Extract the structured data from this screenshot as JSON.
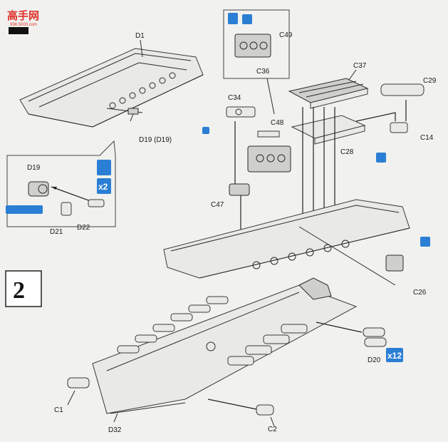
{
  "logo": {
    "text": "高手网",
    "subtext": "998.5000.com"
  },
  "step": {
    "number": "2"
  },
  "badges": {
    "multiplier_d21": "x2",
    "multiplier_d20": "x12"
  },
  "labels": {
    "D1": "D1",
    "D19_main": "D19 (D19)",
    "D19_detail": "D19",
    "D21": "D21",
    "D22": "D22",
    "C49": "C49",
    "C36": "C36",
    "C37": "C37",
    "C29": "C29",
    "C34": "C34",
    "C48": "C48",
    "C28": "C28",
    "C14": "C14",
    "C47": "C47",
    "C26": "C26",
    "D20": "D20",
    "C1": "C1",
    "D32": "D32",
    "C2": "C2"
  }
}
